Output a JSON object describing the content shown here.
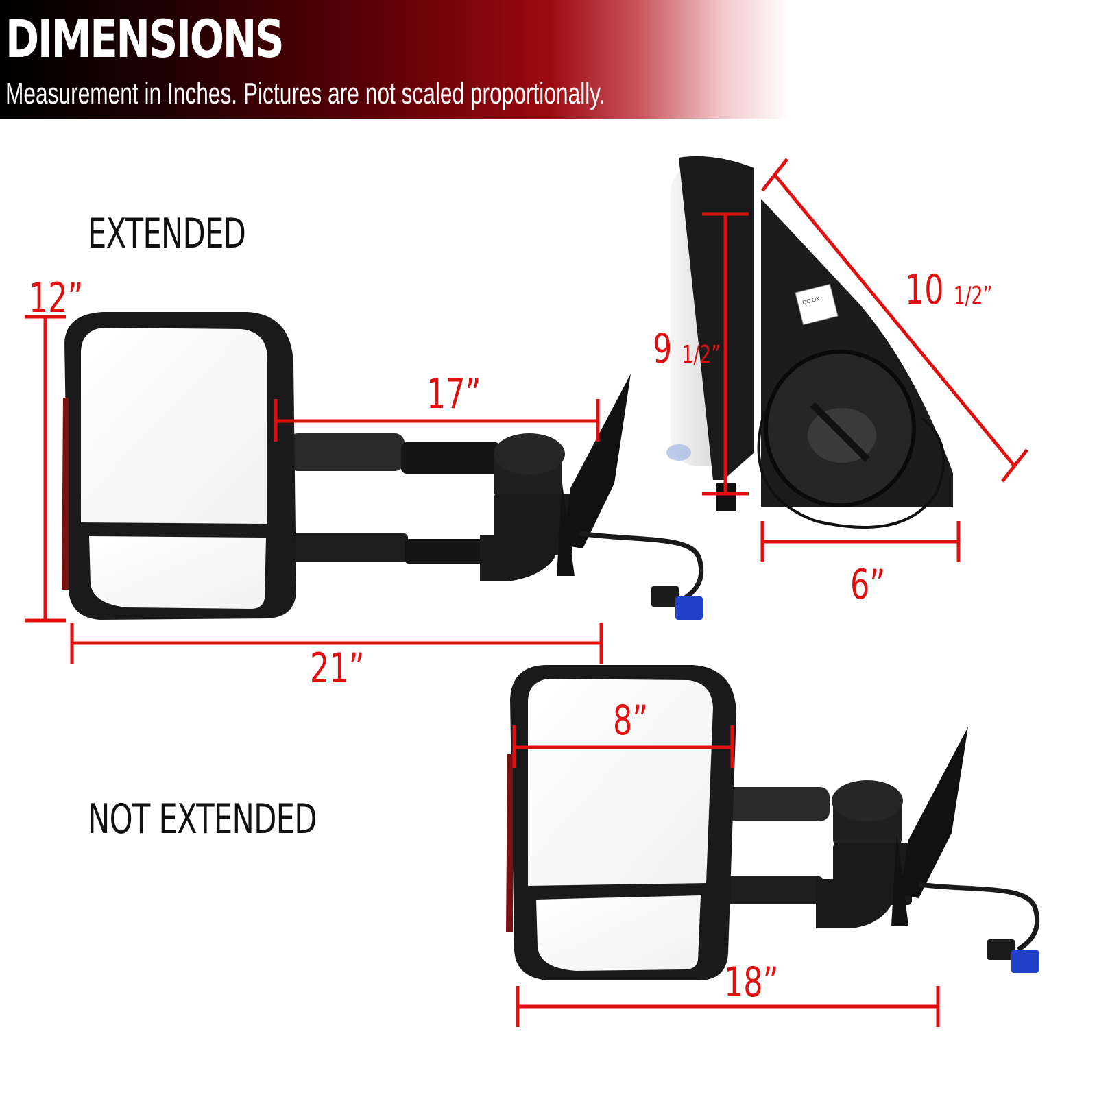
{
  "header": {
    "title": "DIMENSIONS",
    "subtitle": "Measurement in Inches. Pictures are not scaled proportionally."
  },
  "extended": {
    "label": "EXTENDED",
    "height_label": "12”",
    "arm_label": "17”",
    "width_label": "21”"
  },
  "side_view": {
    "height_whole": "9",
    "height_frac": "1/2”",
    "diagonal_whole": "10",
    "diagonal_frac": "1/2”",
    "base_label": "6”",
    "qc_sticker": [
      "QC OK"
    ]
  },
  "not_extended": {
    "label": "NOT EXTENDED",
    "glass_label": "8”",
    "width_label": "18”"
  },
  "colors": {
    "dimension_red": "#e01010",
    "mirror_black": "#1a1a1a",
    "connector_blue": "#2040c8"
  }
}
